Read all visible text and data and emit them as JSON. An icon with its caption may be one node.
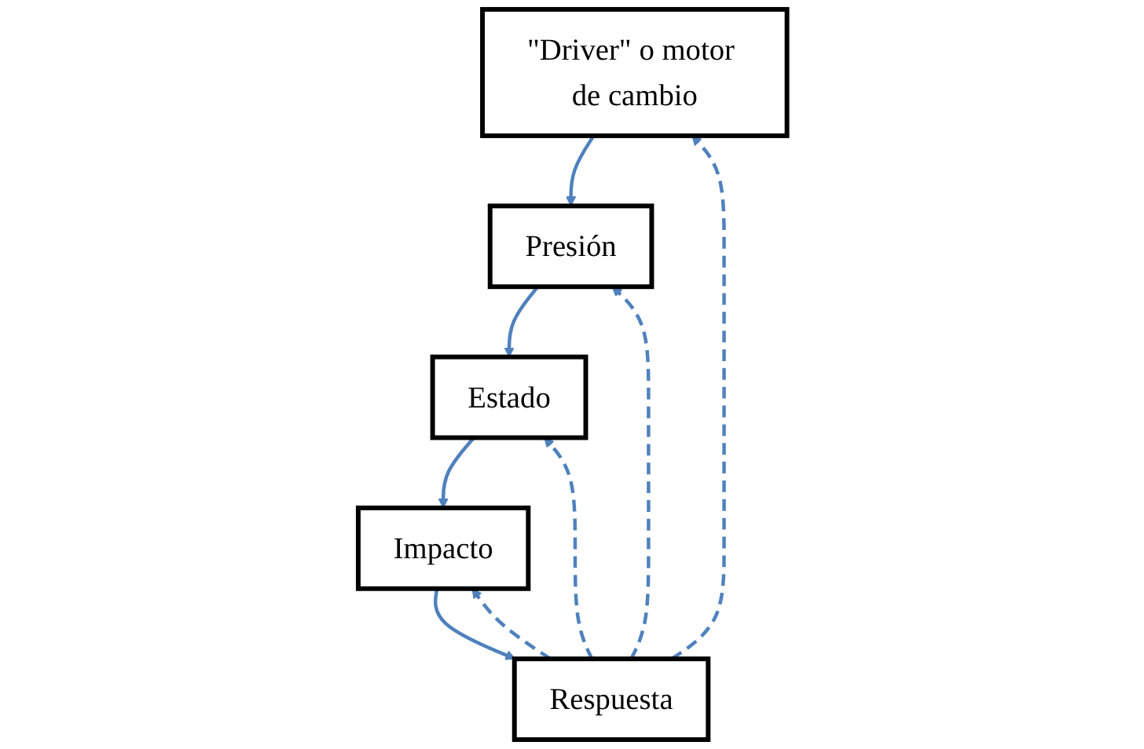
{
  "diagram": {
    "nodes": [
      {
        "text": [
          "\"Driver\" o motor de cambio"
        ]
      },
      {
        "text": [
          "Respuesta"
        ]
      },
      {
        "text": [
          "Presión"
        ]
      },
      {
        "text": [
          "Estado"
        ]
      },
      {
        "text": [
          "Impacto"
        ]
      }
    ],
    "edges": [
      {
        "from": 1,
        "to": 0,
        "arrow": "to",
        "style": "dashed"
      },
      {
        "from": 0,
        "to": 2,
        "arrow": "to"
      },
      {
        "from": 1,
        "to": 2,
        "arrow": "to",
        "style": "dashed"
      },
      {
        "from": 1,
        "to": 3,
        "arrow": "to",
        "style": "dashed"
      },
      {
        "from": 2,
        "to": 3,
        "arrow": "to"
      },
      {
        "from": 3,
        "to": 4,
        "arrow": "to"
      },
      {
        "from": 1,
        "to": 4,
        "arrow": "to",
        "style": "dashed"
      },
      {
        "from": 4,
        "to": 1,
        "arrow": "to"
      }
    ]
  }
}
